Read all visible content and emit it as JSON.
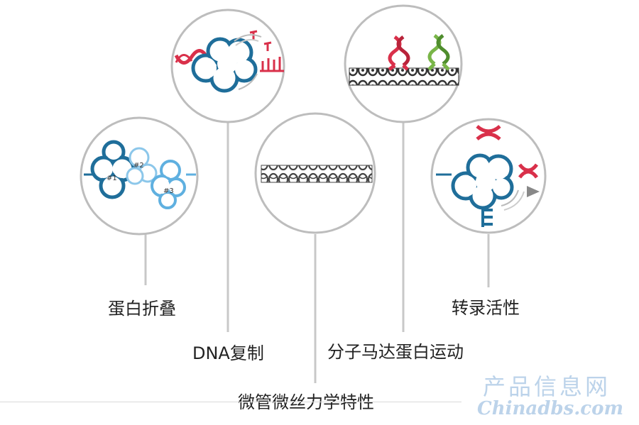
{
  "labels": {
    "protein_folding": "蛋白折叠",
    "dna_replication": "DNA复制",
    "microtubule_mechanics": "微管微丝力学特性",
    "molecular_motor": "分子马达蛋白运动",
    "transcription_activity": "转录活性"
  },
  "protein_domains": [
    "#1",
    "#2",
    "#3"
  ],
  "watermark": {
    "chinese": "产品信息网",
    "english": "Chinadbs.com"
  },
  "colors": {
    "circle_border": "#bdbdbd",
    "protein_blue": "#1f6e9a",
    "protein_light_blue": "#5fb0e0",
    "dna_red": "#d9304a",
    "dna_green": "#79b548",
    "filament_gray": "#555555"
  }
}
